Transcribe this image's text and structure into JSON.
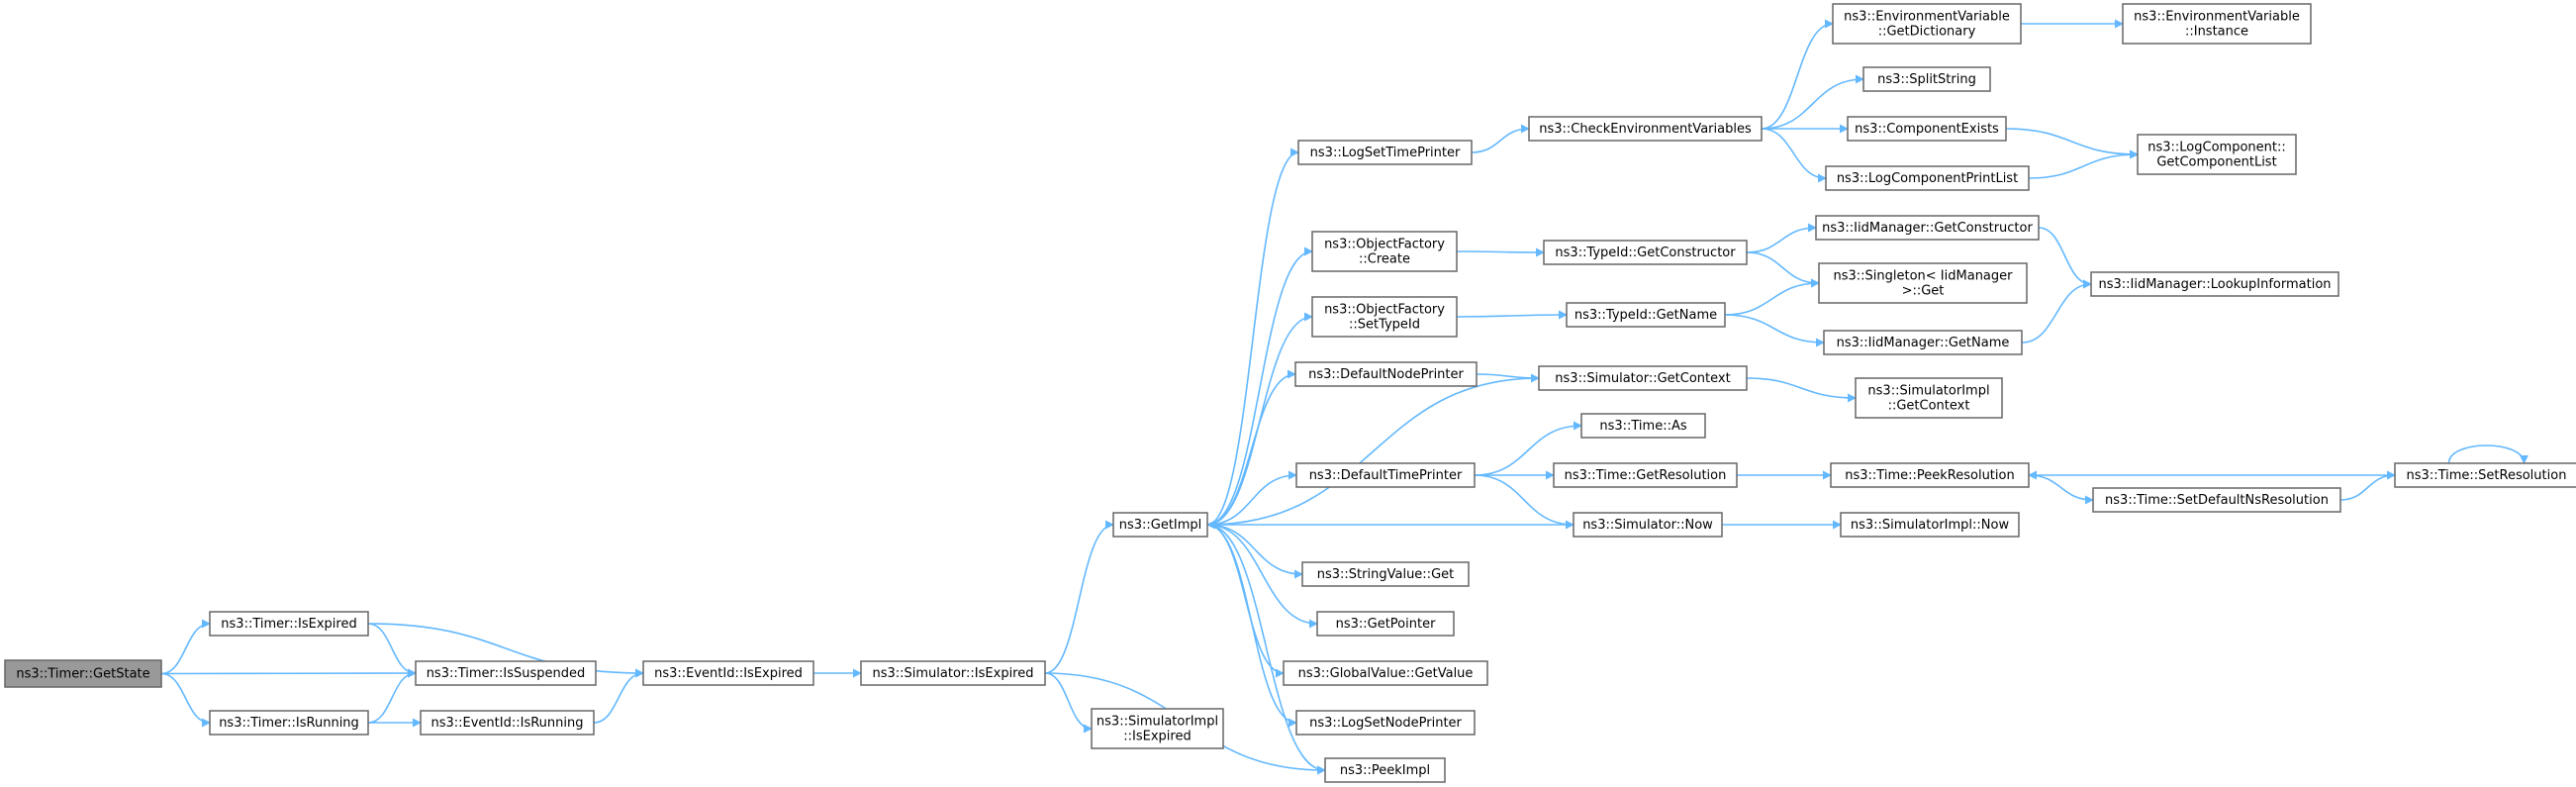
{
  "nodes": [
    {
      "id": "getstate",
      "lines": [
        "ns3::Timer::GetState"
      ],
      "root": true
    },
    {
      "id": "timer_isexpired",
      "lines": [
        "ns3::Timer::IsExpired"
      ]
    },
    {
      "id": "timer_issuspended",
      "lines": [
        "ns3::Timer::IsSuspended"
      ]
    },
    {
      "id": "timer_isrunning",
      "lines": [
        "ns3::Timer::IsRunning"
      ]
    },
    {
      "id": "eventid_isrunning",
      "lines": [
        "ns3::EventId::IsRunning"
      ]
    },
    {
      "id": "eventid_isexpired",
      "lines": [
        "ns3::EventId::IsExpired"
      ]
    },
    {
      "id": "sim_isexpired",
      "lines": [
        "ns3::Simulator::IsExpired"
      ]
    },
    {
      "id": "simimpl_isexpired",
      "lines": [
        "ns3::SimulatorImpl",
        "::IsExpired"
      ]
    },
    {
      "id": "getimpl",
      "lines": [
        "ns3::GetImpl"
      ]
    },
    {
      "id": "logsettimeprinter",
      "lines": [
        "ns3::LogSetTimePrinter"
      ]
    },
    {
      "id": "objfactory_create",
      "lines": [
        "ns3::ObjectFactory",
        "::Create"
      ]
    },
    {
      "id": "objfactory_settypeid",
      "lines": [
        "ns3::ObjectFactory",
        "::SetTypeId"
      ]
    },
    {
      "id": "defaultnodeprinter",
      "lines": [
        "ns3::DefaultNodePrinter"
      ]
    },
    {
      "id": "defaulttimeprinter",
      "lines": [
        "ns3::DefaultTimePrinter"
      ]
    },
    {
      "id": "stringvalue_get",
      "lines": [
        "ns3::StringValue::Get"
      ]
    },
    {
      "id": "getpointer",
      "lines": [
        "ns3::GetPointer"
      ]
    },
    {
      "id": "globalvalue_getvalue",
      "lines": [
        "ns3::GlobalValue::GetValue"
      ]
    },
    {
      "id": "logsetnodeprinter",
      "lines": [
        "ns3::LogSetNodePrinter"
      ]
    },
    {
      "id": "peekimpl",
      "lines": [
        "ns3::PeekImpl"
      ]
    },
    {
      "id": "checkenv",
      "lines": [
        "ns3::CheckEnvironmentVariables"
      ]
    },
    {
      "id": "typeid_getconstructor",
      "lines": [
        "ns3::TypeId::GetConstructor"
      ]
    },
    {
      "id": "typeid_getname",
      "lines": [
        "ns3::TypeId::GetName"
      ]
    },
    {
      "id": "sim_getcontext",
      "lines": [
        "ns3::Simulator::GetContext"
      ]
    },
    {
      "id": "time_as",
      "lines": [
        "ns3::Time::As"
      ]
    },
    {
      "id": "time_getresolution",
      "lines": [
        "ns3::Time::GetResolution"
      ]
    },
    {
      "id": "sim_now",
      "lines": [
        "ns3::Simulator::Now"
      ]
    },
    {
      "id": "env_getdictionary",
      "lines": [
        "ns3::EnvironmentVariable",
        "::GetDictionary"
      ]
    },
    {
      "id": "splitstring",
      "lines": [
        "ns3::SplitString"
      ]
    },
    {
      "id": "componentexists",
      "lines": [
        "ns3::ComponentExists"
      ]
    },
    {
      "id": "logcomponentprintlist",
      "lines": [
        "ns3::LogComponentPrintList"
      ]
    },
    {
      "id": "iidmanager_getconstructor",
      "lines": [
        "ns3::IidManager::GetConstructor"
      ]
    },
    {
      "id": "singleton_get",
      "lines": [
        "ns3::Singleton< IidManager",
        " >::Get"
      ]
    },
    {
      "id": "iidmanager_getname",
      "lines": [
        "ns3::IidManager::GetName"
      ]
    },
    {
      "id": "simimpl_getcontext",
      "lines": [
        "ns3::SimulatorImpl",
        "::GetContext"
      ]
    },
    {
      "id": "time_peekresolution",
      "lines": [
        "ns3::Time::PeekResolution"
      ]
    },
    {
      "id": "simimpl_now",
      "lines": [
        "ns3::SimulatorImpl::Now"
      ]
    },
    {
      "id": "env_instance",
      "lines": [
        "ns3::EnvironmentVariable",
        "::Instance"
      ]
    },
    {
      "id": "logcomponent_getlist",
      "lines": [
        "ns3::LogComponent::",
        "GetComponentList"
      ]
    },
    {
      "id": "iidmanager_lookup",
      "lines": [
        "ns3::IidManager::LookupInformation"
      ]
    },
    {
      "id": "time_setdefaultns",
      "lines": [
        "ns3::Time::SetDefaultNsResolution"
      ]
    },
    {
      "id": "time_setresolution",
      "lines": [
        "ns3::Time::SetResolution"
      ]
    }
  ],
  "edges": [
    [
      "getstate",
      "timer_isexpired"
    ],
    [
      "getstate",
      "timer_issuspended"
    ],
    [
      "getstate",
      "timer_isrunning"
    ],
    [
      "timer_isexpired",
      "timer_issuspended"
    ],
    [
      "timer_isexpired",
      "eventid_isexpired"
    ],
    [
      "timer_isrunning",
      "timer_issuspended"
    ],
    [
      "timer_isrunning",
      "eventid_isrunning"
    ],
    [
      "eventid_isrunning",
      "eventid_isexpired"
    ],
    [
      "eventid_isexpired",
      "sim_isexpired"
    ],
    [
      "sim_isexpired",
      "getimpl"
    ],
    [
      "sim_isexpired",
      "simimpl_isexpired"
    ],
    [
      "sim_isexpired",
      "peekimpl"
    ],
    [
      "getimpl",
      "logsettimeprinter"
    ],
    [
      "getimpl",
      "objfactory_create"
    ],
    [
      "getimpl",
      "objfactory_settypeid"
    ],
    [
      "getimpl",
      "defaultnodeprinter"
    ],
    [
      "getimpl",
      "defaulttimeprinter"
    ],
    [
      "getimpl",
      "stringvalue_get"
    ],
    [
      "getimpl",
      "getpointer"
    ],
    [
      "getimpl",
      "globalvalue_getvalue"
    ],
    [
      "getimpl",
      "logsetnodeprinter"
    ],
    [
      "getimpl",
      "peekimpl"
    ],
    [
      "logsettimeprinter",
      "checkenv"
    ],
    [
      "checkenv",
      "env_getdictionary"
    ],
    [
      "checkenv",
      "splitstring"
    ],
    [
      "checkenv",
      "componentexists"
    ],
    [
      "checkenv",
      "logcomponentprintlist"
    ],
    [
      "env_getdictionary",
      "env_instance"
    ],
    [
      "componentexists",
      "logcomponent_getlist"
    ],
    [
      "logcomponentprintlist",
      "logcomponent_getlist"
    ],
    [
      "objfactory_create",
      "typeid_getconstructor"
    ],
    [
      "typeid_getconstructor",
      "iidmanager_getconstructor"
    ],
    [
      "typeid_getconstructor",
      "singleton_get"
    ],
    [
      "iidmanager_getconstructor",
      "iidmanager_lookup"
    ],
    [
      "objfactory_settypeid",
      "typeid_getname"
    ],
    [
      "typeid_getname",
      "singleton_get"
    ],
    [
      "typeid_getname",
      "iidmanager_getname"
    ],
    [
      "iidmanager_getname",
      "iidmanager_lookup"
    ],
    [
      "defaultnodeprinter",
      "sim_getcontext"
    ],
    [
      "sim_getcontext",
      "getimpl"
    ],
    [
      "sim_getcontext",
      "simimpl_getcontext"
    ],
    [
      "defaulttimeprinter",
      "time_as"
    ],
    [
      "defaulttimeprinter",
      "time_getresolution"
    ],
    [
      "defaulttimeprinter",
      "sim_now"
    ],
    [
      "time_getresolution",
      "time_peekresolution"
    ],
    [
      "sim_now",
      "getimpl"
    ],
    [
      "sim_now",
      "simimpl_now"
    ],
    [
      "time_peekresolution",
      "time_setdefaultns"
    ],
    [
      "time_setdefaultns",
      "time_setresolution"
    ],
    [
      "time_setresolution",
      "time_peekresolution"
    ],
    [
      "time_setresolution",
      "time_setresolution"
    ]
  ]
}
